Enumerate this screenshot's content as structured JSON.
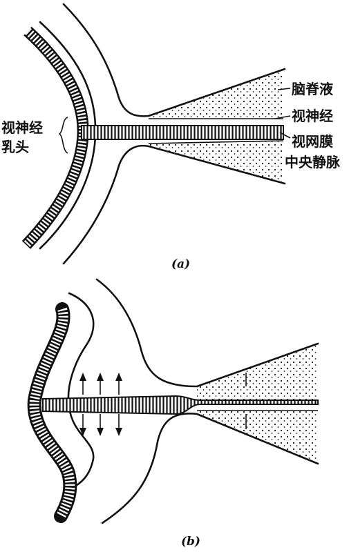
{
  "panel_a": {
    "caption": "(a)",
    "labels": {
      "papilla_line1": "视神经",
      "papilla_line2": "乳头",
      "csf": "脑脊液",
      "optic_nerve": "视神经",
      "vein_line1": "视网膜",
      "vein_line2": "中央静脉"
    }
  },
  "panel_b": {
    "caption": "(b)"
  },
  "colors": {
    "ink": "#111111",
    "background": "#ffffff"
  }
}
